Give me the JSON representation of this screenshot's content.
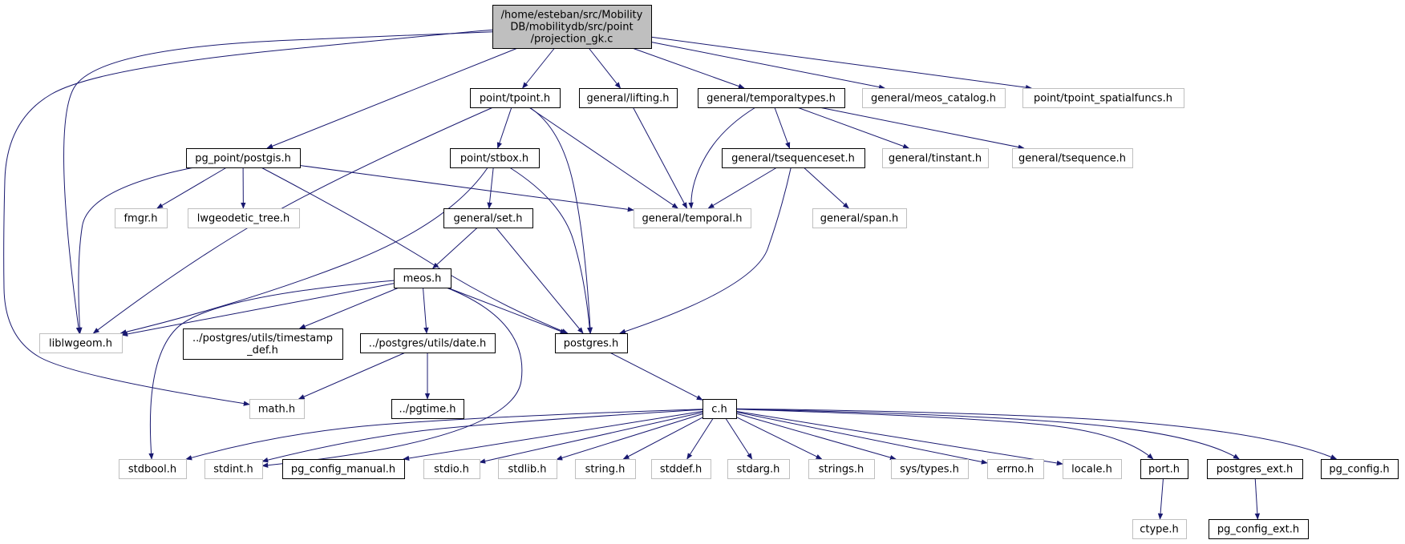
{
  "colors": {
    "edge": "#191970",
    "root_fill": "#bfbfbf",
    "linked_border": "#000000",
    "unlinked_border": "#bfbfbf"
  },
  "nodes": {
    "root": {
      "lines": [
        "/home/esteban/src/Mobility",
        "DB/mobilitydb/src/point",
        "/projection_gk.c"
      ]
    },
    "tpoint": {
      "lines": [
        "point/tpoint.h"
      ]
    },
    "lifting": {
      "lines": [
        "general/lifting.h"
      ]
    },
    "temporaltypes": {
      "lines": [
        "general/temporaltypes.h"
      ]
    },
    "meos_catalog": {
      "lines": [
        "general/meos_catalog.h"
      ]
    },
    "tpoint_spatialfuncs": {
      "lines": [
        "point/tpoint_spatialfuncs.h"
      ]
    },
    "postgis": {
      "lines": [
        "pg_point/postgis.h"
      ]
    },
    "stbox": {
      "lines": [
        "point/stbox.h"
      ]
    },
    "tsequenceset": {
      "lines": [
        "general/tsequenceset.h"
      ]
    },
    "tinstant": {
      "lines": [
        "general/tinstant.h"
      ]
    },
    "tsequence": {
      "lines": [
        "general/tsequence.h"
      ]
    },
    "fmgr": {
      "lines": [
        "fmgr.h"
      ]
    },
    "lwgeodetic_tree": {
      "lines": [
        "lwgeodetic_tree.h"
      ]
    },
    "temporal": {
      "lines": [
        "general/temporal.h"
      ]
    },
    "set": {
      "lines": [
        "general/set.h"
      ]
    },
    "span": {
      "lines": [
        "general/span.h"
      ]
    },
    "meos": {
      "lines": [
        "meos.h"
      ]
    },
    "liblwgeom": {
      "lines": [
        "liblwgeom.h"
      ]
    },
    "timestamp_def": {
      "lines": [
        "../postgres/utils/timestamp",
        "_def.h"
      ]
    },
    "date": {
      "lines": [
        "../postgres/utils/date.h"
      ]
    },
    "postgres": {
      "lines": [
        "postgres.h"
      ]
    },
    "math": {
      "lines": [
        "math.h"
      ]
    },
    "pgtime": {
      "lines": [
        "../pgtime.h"
      ]
    },
    "c": {
      "lines": [
        "c.h"
      ]
    },
    "stdbool": {
      "lines": [
        "stdbool.h"
      ]
    },
    "stdint": {
      "lines": [
        "stdint.h"
      ]
    },
    "pg_config_manual": {
      "lines": [
        "pg_config_manual.h"
      ]
    },
    "stdio": {
      "lines": [
        "stdio.h"
      ]
    },
    "stdlib": {
      "lines": [
        "stdlib.h"
      ]
    },
    "string": {
      "lines": [
        "string.h"
      ]
    },
    "stddef": {
      "lines": [
        "stddef.h"
      ]
    },
    "stdarg": {
      "lines": [
        "stdarg.h"
      ]
    },
    "strings": {
      "lines": [
        "strings.h"
      ]
    },
    "sys_types": {
      "lines": [
        "sys/types.h"
      ]
    },
    "errno": {
      "lines": [
        "errno.h"
      ]
    },
    "locale": {
      "lines": [
        "locale.h"
      ]
    },
    "port": {
      "lines": [
        "port.h"
      ]
    },
    "postgres_ext": {
      "lines": [
        "postgres_ext.h"
      ]
    },
    "pg_config": {
      "lines": [
        "pg_config.h"
      ]
    },
    "ctype": {
      "lines": [
        "ctype.h"
      ]
    },
    "pg_config_ext": {
      "lines": [
        "pg_config_ext.h"
      ]
    }
  }
}
